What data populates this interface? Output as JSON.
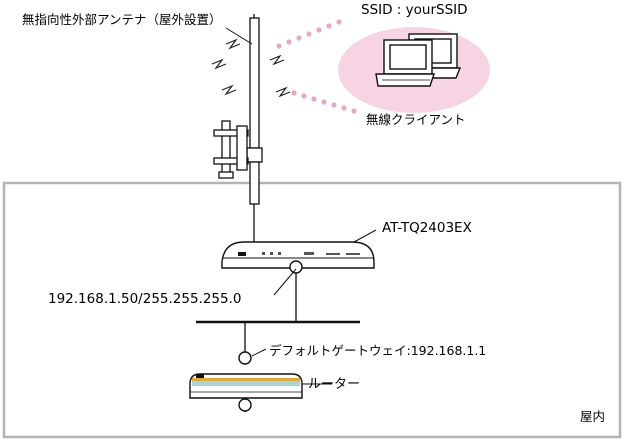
{
  "labels": {
    "antenna": "無指向性外部アンテナ（屋外設置）",
    "ssid": "SSID : yourSSID",
    "wireless_client": "無線クライアント",
    "device": "AT-TQ2403EX",
    "ip": "192.168.1.50/255.255.255.0",
    "gateway": "デフォルトゲートウェイ:192.168.1.1",
    "router": "ルーター",
    "indoor": "屋内"
  },
  "colors": {
    "indoor_border": "#b4b4b4",
    "client_bubble": "#f7d4e3",
    "signal_dots": "#e8a8c6",
    "router_stripe": "#e1a93c",
    "router_band": "#a9d4d8"
  }
}
